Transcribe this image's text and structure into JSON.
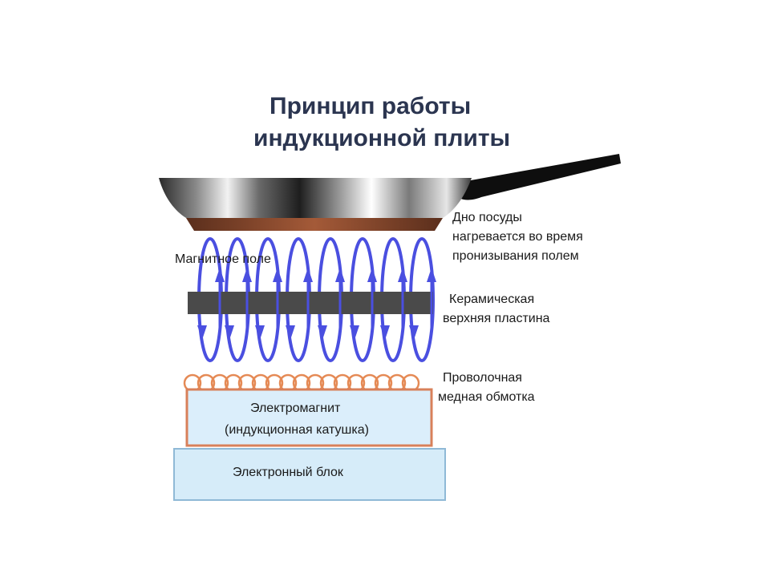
{
  "title": {
    "line1": "Принцип работы",
    "line2": "индукционной плиты"
  },
  "labels": {
    "pan_bottom": [
      "Дно посуды",
      "нагревается во время",
      "пронизывания полем"
    ],
    "magnetic_field": "Магнитное поле",
    "ceramic": [
      "Керамическая",
      "верхняя пластина"
    ],
    "wire": [
      "Проволочная",
      "медная обмотка"
    ],
    "electromagnet": [
      "Электромагнит",
      "(индукционная катушка)"
    ],
    "electronics": "Электронный блок"
  },
  "colors": {
    "title": "#2b3550",
    "field": "#4a4fe0",
    "plate": "#4a4a4a",
    "copper": "#e58a55",
    "coil_box_fill": "#dbeefb",
    "coil_box_stroke": "#d8805a",
    "electronics_fill": "#d6ecf9",
    "electronics_stroke": "#8fb9d6",
    "pan_copper": "#8a4a2e"
  }
}
